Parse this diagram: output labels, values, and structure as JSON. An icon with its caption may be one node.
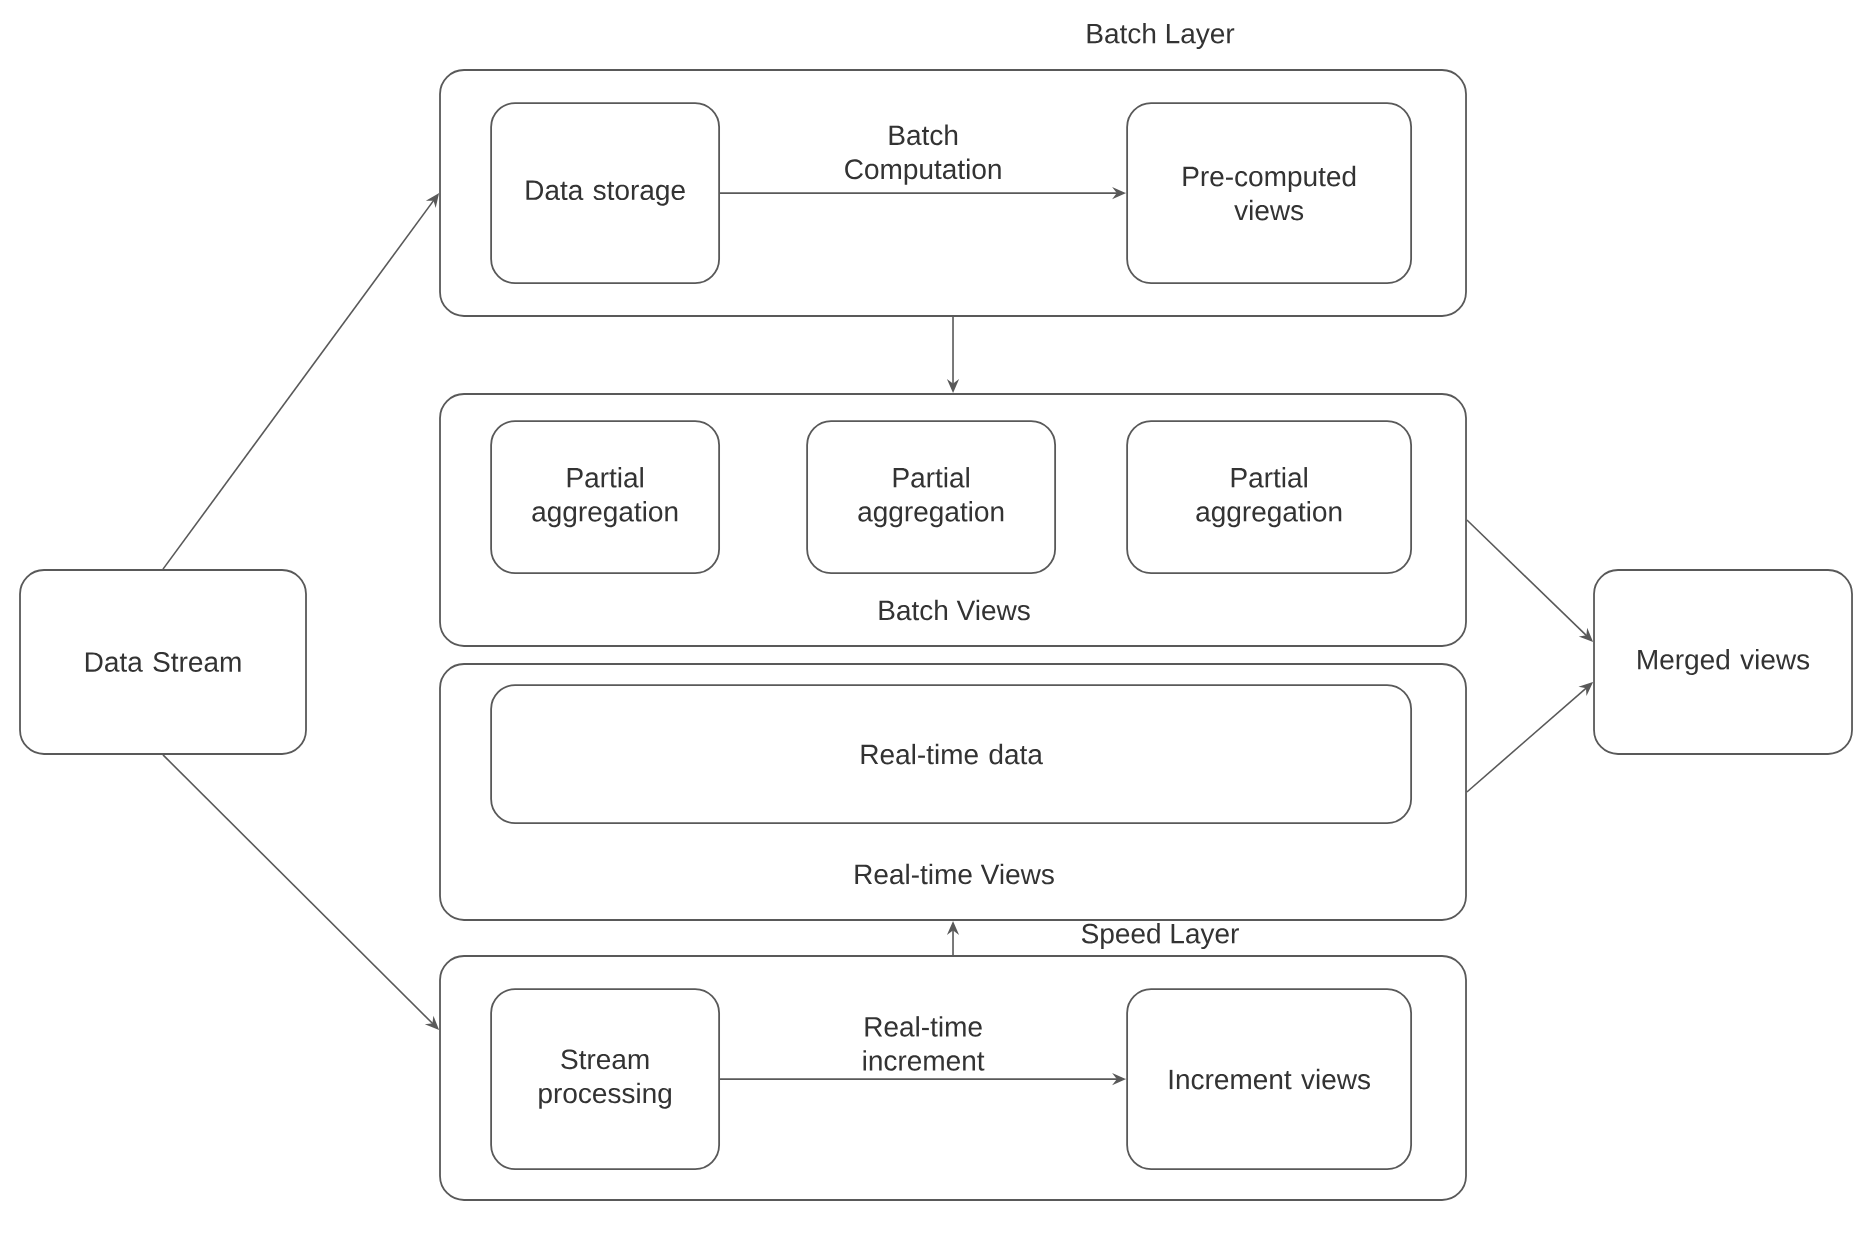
{
  "diagram": {
    "nodes": [
      {
        "text": [
          "Batch Layer"
        ]
      },
      {
        "text": [
          "Data storage"
        ],
        "in": 0
      },
      {
        "text": [
          "Pre-computed views"
        ],
        "in": 0
      },
      {
        "text": [
          "Batch Views"
        ]
      },
      {
        "text": [
          "Partial aggregation"
        ],
        "in": 3
      },
      {
        "text": [
          "Partial aggregation"
        ],
        "in": 3
      },
      {
        "text": [
          "Partial aggregation"
        ],
        "in": 3
      },
      {
        "text": [
          "Real-time Views"
        ]
      },
      {
        "text": [
          "Real-time data"
        ],
        "in": 7
      },
      {
        "text": [
          "Speed Layer"
        ]
      },
      {
        "text": [
          "Stream processing"
        ],
        "in": 9
      },
      {
        "text": [
          "Increment views"
        ],
        "in": 9
      },
      {
        "text": [
          "Data Stream"
        ]
      },
      {
        "text": [
          "Merged views"
        ]
      }
    ],
    "edges": [
      {
        "from": 12,
        "to": 0,
        "arrow": "to"
      },
      {
        "from": 12,
        "to": 9,
        "arrow": "to"
      },
      {
        "from": 1,
        "to": 2,
        "arrow": "to",
        "label": "Batch Computation"
      },
      {
        "from": 0,
        "to": 3,
        "arrow": "to"
      },
      {
        "from": 3,
        "to": 13,
        "arrow": "to"
      },
      {
        "from": 7,
        "to": 13,
        "arrow": "to"
      },
      {
        "from": 9,
        "to": 7,
        "arrow": "to"
      },
      {
        "from": 10,
        "to": 11,
        "arrow": "to",
        "label": "Real-time increment"
      }
    ]
  }
}
